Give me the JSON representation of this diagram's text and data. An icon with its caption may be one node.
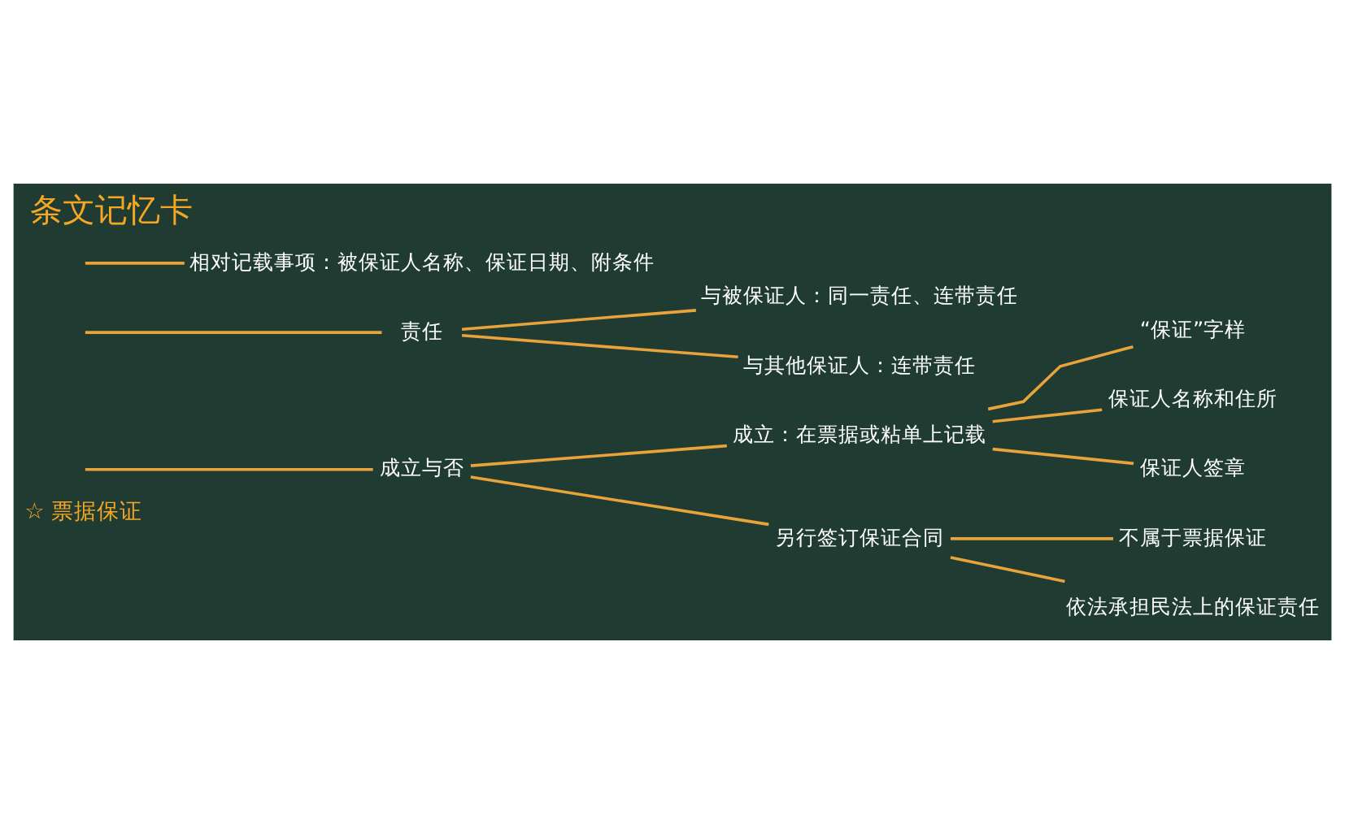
{
  "diagram": {
    "title": "条文记忆卡",
    "nodes": [
      {
        "text": [
          "成立与否"
        ]
      },
      {
        "text": [
          "成立：在票据或粘单上记载"
        ]
      },
      {
        "text": [
          "“保证”字样"
        ]
      },
      {
        "text": [
          "保证人名称和住所"
        ]
      },
      {
        "text": [
          "保证人签章"
        ]
      },
      {
        "text": [
          "另行签订保证合同"
        ]
      },
      {
        "text": [
          "不属于票据保证"
        ]
      },
      {
        "text": [
          "依法承担民法上的保证责任"
        ]
      },
      {
        "text": [
          "责任"
        ]
      },
      {
        "text": [
          "与被保证人：同一责任、连带责任"
        ]
      },
      {
        "text": [
          "与其他保证人：连带责任"
        ]
      },
      {
        "text": [
          "相对记载事项：被保证人名称、保证日期、附条件"
        ]
      }
    ],
    "edges": [
      {
        "from": null,
        "to": 0,
        "arrow": "none"
      },
      {
        "from": null,
        "to": 8,
        "arrow": "none"
      },
      {
        "from": null,
        "to": 11,
        "arrow": "none"
      },
      {
        "from": 0,
        "to": 1,
        "arrow": "none"
      },
      {
        "from": 0,
        "to": 5,
        "arrow": "none"
      },
      {
        "from": 1,
        "to": 2,
        "arrow": "none"
      },
      {
        "from": 1,
        "to": 3,
        "arrow": "none"
      },
      {
        "from": 1,
        "to": 4,
        "arrow": "none"
      },
      {
        "from": 5,
        "to": 6,
        "arrow": "none"
      },
      {
        "from": 5,
        "to": 7,
        "arrow": "none"
      },
      {
        "from": 8,
        "to": 9,
        "arrow": "none"
      },
      {
        "from": 8,
        "to": 10,
        "arrow": "none"
      }
    ],
    "labels": [
      "☆ 票据保证"
    ]
  }
}
